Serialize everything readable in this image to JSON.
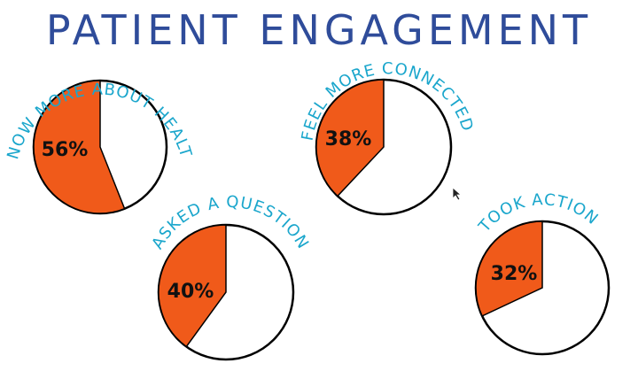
{
  "title": "PATIENT ENGAGEMENT",
  "colors": {
    "title": "#2f4c9a",
    "label": "#1aa6cc",
    "slice": "#f05a1a",
    "outline": "#000000",
    "background": "#ffffff"
  },
  "chart_data": [
    {
      "type": "pie",
      "label": "KNOW MORE ABOUT HEALTH",
      "value": 56,
      "value_label": "56%"
    },
    {
      "type": "pie",
      "label": "FEEL MORE CONNECTED",
      "value": 38,
      "value_label": "38%"
    },
    {
      "type": "pie",
      "label": "ASKED A QUESTION",
      "value": 40,
      "value_label": "40%"
    },
    {
      "type": "pie",
      "label": "TOOK ACTION",
      "value": 32,
      "value_label": "32%"
    }
  ]
}
